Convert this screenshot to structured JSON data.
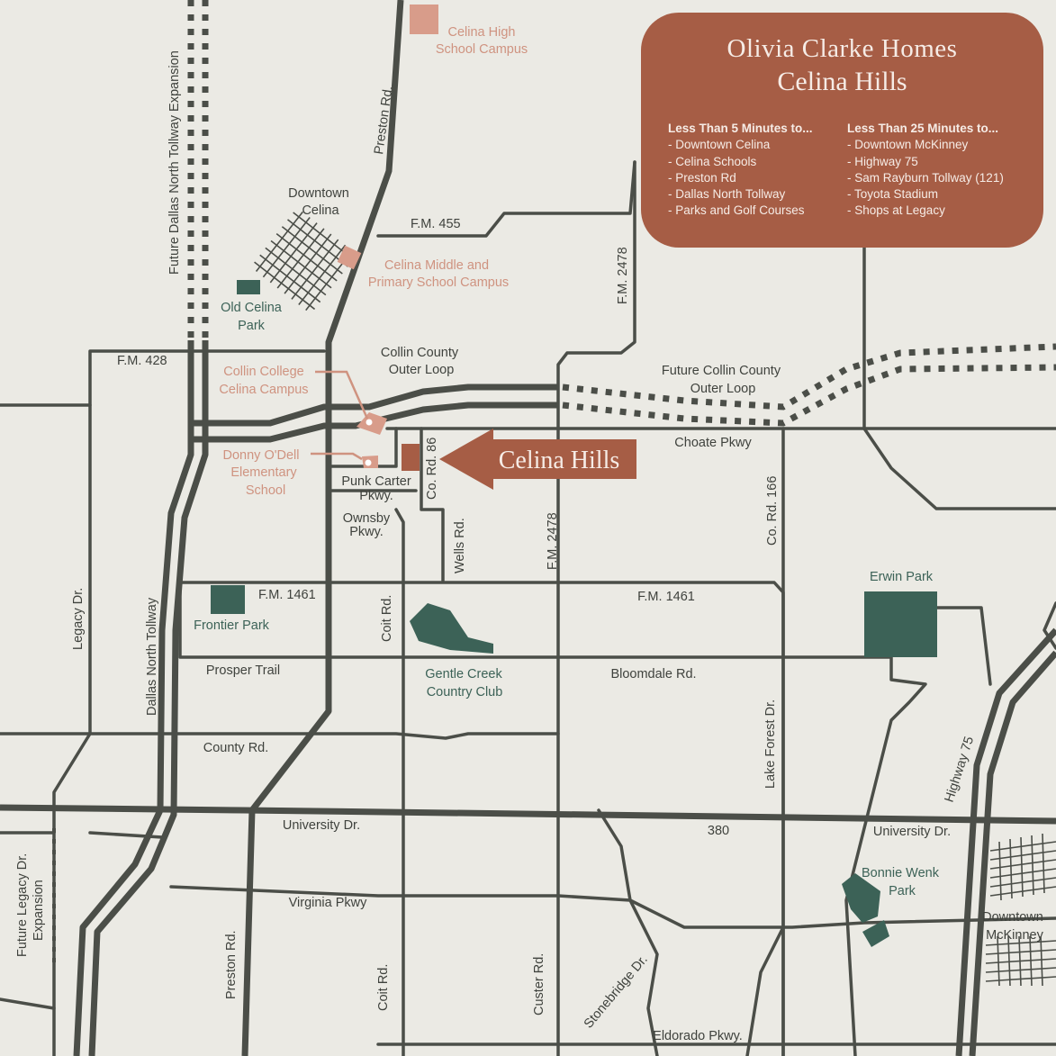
{
  "colors": {
    "background": "#ebeae4",
    "road": "#4b4e48",
    "accent": "#a65d45",
    "school": "#cf9380",
    "park": "#3c6257"
  },
  "info_box": {
    "brand": "Olivia Clarke Homes",
    "title": "Celina Hills",
    "col1": {
      "heading": "Less Than 5 Minutes to...",
      "items": [
        "- Downtown Celina",
        "- Celina Schools",
        "- Preston Rd",
        "- Dallas North Tollway",
        "- Parks and Golf Courses"
      ]
    },
    "col2": {
      "heading": "Less Than 25 Minutes to...",
      "items": [
        "- Downtown McKinney",
        "- Highway 75",
        "- Sam Rayburn Tollway (121)",
        "- Toyota Stadium",
        "- Shops at Legacy"
      ]
    }
  },
  "marker": {
    "label": "Celina Hills"
  },
  "schools": {
    "high": [
      "Celina High",
      "School Campus"
    ],
    "middle": [
      "Celina Middle and",
      "Primary School Campus"
    ],
    "college": [
      "Collin College",
      "Celina Campus"
    ],
    "elementary": [
      "Donny O'Dell",
      "Elementary",
      "School"
    ]
  },
  "parks": {
    "old_celina": [
      "Old Celina",
      "Park"
    ],
    "frontier": "Frontier Park",
    "gentle_creek": [
      "Gentle Creek",
      "Country Club"
    ],
    "erwin": "Erwin Park",
    "bonnie_wenk": [
      "Bonnie Wenk",
      "Park"
    ]
  },
  "places": {
    "downtown_celina": [
      "Downtown",
      "Celina"
    ],
    "downtown_mckinney": [
      "Downtown",
      "McKinney"
    ]
  },
  "roads": {
    "future_dnt": "Future Dallas North Tollway Expansion",
    "preston_n": "Preston Rd.",
    "fm455": "F.M. 455",
    "fm2478_n": "F.M. 2478",
    "fm428": "F.M. 428",
    "outer_loop": [
      "Collin County",
      "Outer Loop"
    ],
    "future_outer_loop": [
      "Future Collin County",
      "Outer Loop"
    ],
    "choate": "Choate Pkwy",
    "punk_carter": [
      "Punk Carter",
      "Pkwy."
    ],
    "ownsby": [
      "Ownsby",
      "Pkwy."
    ],
    "cr86": "Co. Rd. 86",
    "wells": "Wells Rd.",
    "fm2478_s": "F.M. 2478",
    "cr166": "Co. Rd. 166",
    "fm1461_w": "F.M. 1461",
    "fm1461_e": "F.M. 1461",
    "legacy": "Legacy Dr.",
    "dnt": "Dallas North Tollway",
    "coit_n": "Coit Rd.",
    "prosper": "Prosper Trail",
    "bloomdale": "Bloomdale Rd.",
    "county": "County Rd.",
    "lake_forest": "Lake Forest Dr.",
    "highway75": "Highway 75",
    "university_w": "University Dr.",
    "hwy380": "380",
    "university_e": "University Dr.",
    "virginia": "Virginia Pkwy",
    "future_legacy": [
      "Future Legacy Dr.",
      "Expansion"
    ],
    "preston_s": "Preston Rd.",
    "coit_s": "Coit Rd.",
    "custer": "Custer Rd.",
    "stonebridge": "Stonebridge Dr.",
    "eldorado": "Eldorado Pkwy."
  }
}
